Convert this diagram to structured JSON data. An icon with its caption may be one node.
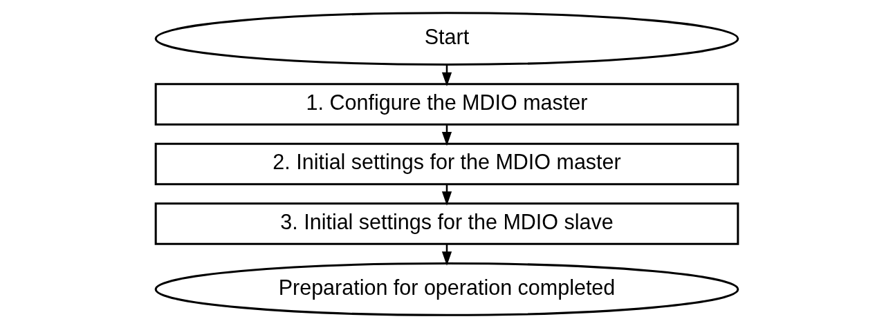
{
  "diagram": {
    "nodes": [
      {
        "text": [
          "Start"
        ]
      },
      {
        "text": [
          "1. Configure the MDIO master"
        ]
      },
      {
        "text": [
          "2. Initial settings for the MDIO master"
        ]
      },
      {
        "text": [
          "3. Initial settings for the MDIO slave"
        ]
      },
      {
        "text": [
          "Preparation for operation completed"
        ]
      }
    ],
    "edges": [
      {
        "from": 0,
        "to": 1,
        "arrow": "to"
      },
      {
        "from": 1,
        "to": 2,
        "arrow": "to"
      },
      {
        "from": 2,
        "to": 3,
        "arrow": "to"
      },
      {
        "from": 3,
        "to": 4,
        "arrow": "to"
      }
    ]
  }
}
